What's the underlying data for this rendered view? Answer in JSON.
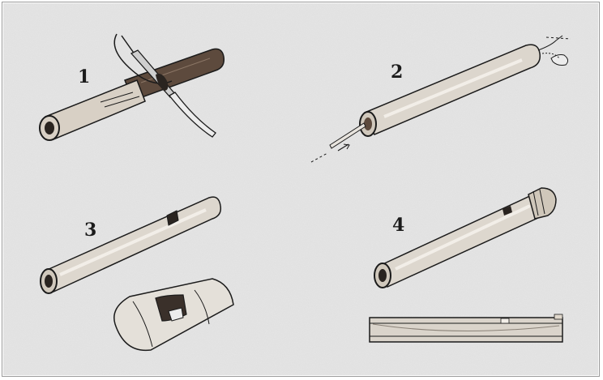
{
  "illustration": {
    "steps": [
      {
        "number": "1",
        "icon": "reed-cutting-with-knife-icon"
      },
      {
        "number": "2",
        "icon": "reed-hollowed-with-rod-icon"
      },
      {
        "number": "3",
        "icon": "whistle-with-sound-hole-icon"
      },
      {
        "number": "4",
        "icon": "finished-whistle-with-fipple-icon"
      }
    ],
    "colors": {
      "paper": "#e6e6e6",
      "ink": "#1b1b1b",
      "dark_wood": "#5d4a3d",
      "light_wood": "#d8d0c5"
    }
  }
}
